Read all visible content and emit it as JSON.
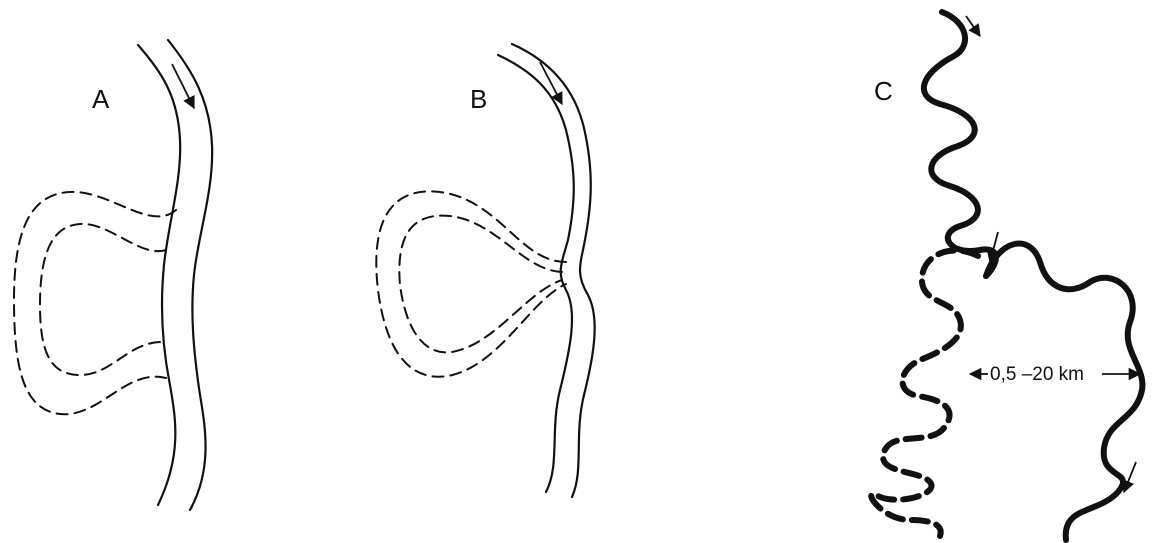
{
  "panels": {
    "a": {
      "label": "A"
    },
    "b": {
      "label": "B"
    },
    "c": {
      "label": "C",
      "meander_belt_width": "0,5 –20 km"
    }
  },
  "colors": {
    "ink": "#111111",
    "background": "#ffffff"
  }
}
